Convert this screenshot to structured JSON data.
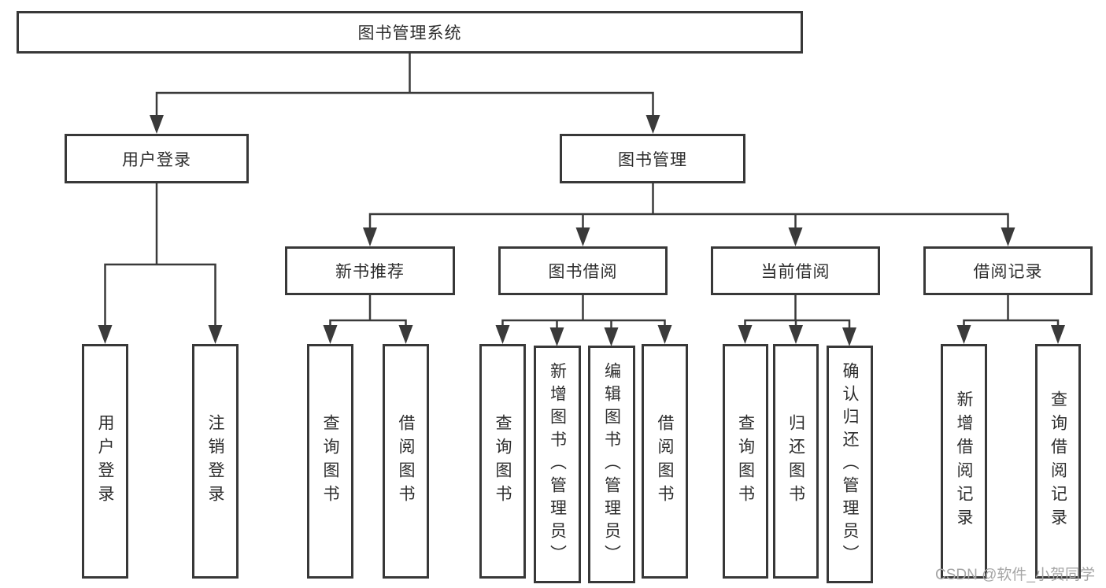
{
  "diagram": {
    "type": "hierarchy-tree",
    "root": {
      "label": "图书管理系统"
    },
    "level1": [
      {
        "label": "用户登录"
      },
      {
        "label": "图书管理"
      }
    ],
    "level2": [
      {
        "label": "新书推荐",
        "parent": "图书管理"
      },
      {
        "label": "图书借阅",
        "parent": "图书管理"
      },
      {
        "label": "当前借阅",
        "parent": "图书管理"
      },
      {
        "label": "借阅记录",
        "parent": "图书管理"
      }
    ],
    "leaves": [
      {
        "label": "用户登录",
        "parent": "用户登录"
      },
      {
        "label": "注销登录",
        "parent": "用户登录"
      },
      {
        "label": "查询图书",
        "parent": "新书推荐"
      },
      {
        "label": "借阅图书",
        "parent": "新书推荐"
      },
      {
        "label": "查询图书",
        "parent": "图书借阅"
      },
      {
        "label": "新增图书（管理员）",
        "parent": "图书借阅"
      },
      {
        "label": "编辑图书（管理员）",
        "parent": "图书借阅"
      },
      {
        "label": "借阅图书",
        "parent": "图书借阅"
      },
      {
        "label": "查询图书",
        "parent": "当前借阅"
      },
      {
        "label": "归还图书",
        "parent": "当前借阅"
      },
      {
        "label": "确认归还（管理员）",
        "parent": "当前借阅"
      },
      {
        "label": "新增借阅记录",
        "parent": "借阅记录"
      },
      {
        "label": "查询借阅记录",
        "parent": "借阅记录"
      }
    ],
    "colors": {
      "line": "#3a3a3a",
      "border": "#383838",
      "text": "#2d2d2d",
      "watermark": "#a6a6a6",
      "background": "#ffffff"
    },
    "watermark": "CSDN @软件_小贺同学"
  }
}
